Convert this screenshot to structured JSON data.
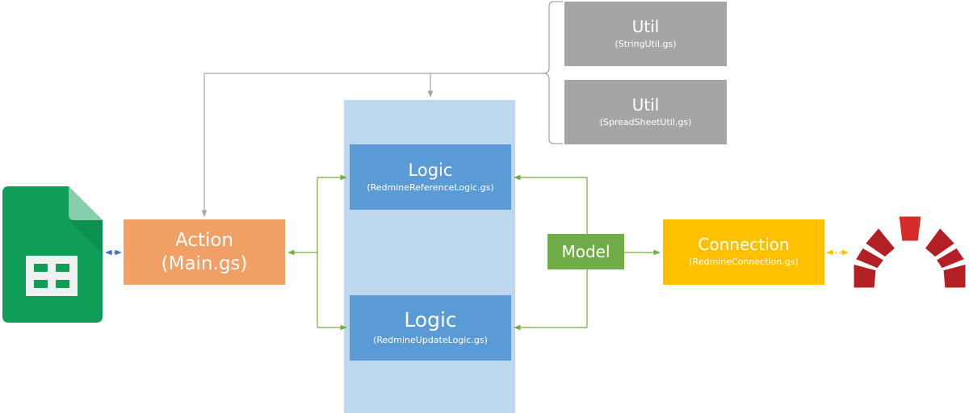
{
  "colors": {
    "logic_column": "#bdd7ee",
    "util_box": "#a5a5a5",
    "logic_box": "#5b9bd5",
    "action_box": "#f0a064",
    "model_box": "#70ad47",
    "connection_box": "#ffc000",
    "gray_line": "#a6a6a6",
    "green_line": "#70ad47",
    "blue_arrow": "#4472c4",
    "yellow_arrow": "#ffc000",
    "sheets_green": "#0f9d58",
    "redmine_red": "#b32024"
  },
  "icons": {
    "spreadsheet": "google-sheets-icon",
    "redmine": "redmine-logo-icon"
  },
  "util_boxes": [
    {
      "title": "Util",
      "file": "(StringUtil.gs)"
    },
    {
      "title": "Util",
      "file": "(SpreadSheetUtil.gs)"
    }
  ],
  "logic_boxes": [
    {
      "title": "Logic",
      "file": "(RedmineReferenceLogic.gs)"
    },
    {
      "title": "Logic",
      "file": "(RedmineUpdateLogic.gs)"
    }
  ],
  "action": {
    "title": "Action",
    "file": "(Main.gs)"
  },
  "model": {
    "title": "Model"
  },
  "connection": {
    "title": "Connection",
    "file": "(RedmineConnection.gs)"
  }
}
